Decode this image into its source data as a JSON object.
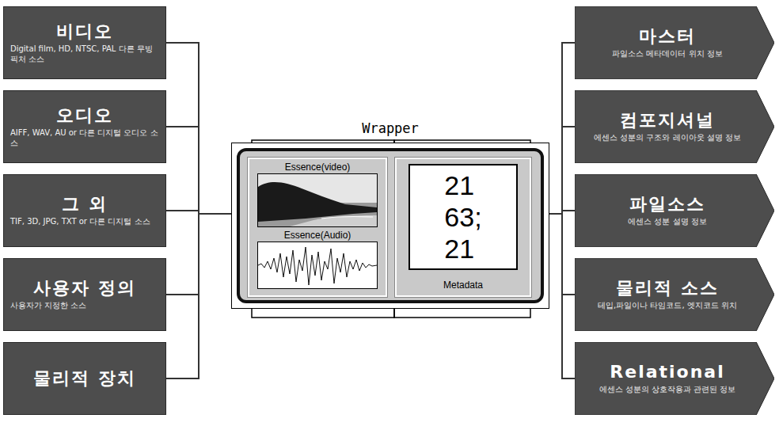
{
  "diagram": {
    "nodes": [
      {
        "text": [
          "비디오",
          "Digital film, HD, NTSC, PAL 다른 무빙 픽처 소스"
        ]
      },
      {
        "text": [
          "오디오",
          "AIFF, WAV, AU or 다른 디지털 오디오 소스"
        ]
      },
      {
        "text": [
          "그 외",
          "TIF, 3D, JPG, TXT or 다른 디지털 소스"
        ]
      },
      {
        "text": [
          "사용자 정의",
          "사용자가 지정한 소스"
        ]
      },
      {
        "text": [
          "물리적 장치"
        ]
      },
      {
        "text": [
          "Wrapper"
        ]
      },
      {
        "text": [
          "Essence(video)",
          "Essence(Audio)"
        ],
        "in": 5
      },
      {
        "text": [
          "21 63; 21",
          "Metadata"
        ],
        "in": 5
      },
      {
        "text": [
          "마스터",
          "파일소스 메타데이터 위치 정보"
        ]
      },
      {
        "text": [
          "컴포지셔널",
          "에센스 성분의 구조와 레이아웃 설명 정보"
        ]
      },
      {
        "text": [
          "파일소스",
          "에센스 성분 설명 정보"
        ]
      },
      {
        "text": [
          "물리적 소스",
          "테입,파일이나 타임코드, 엣지코드 위치"
        ]
      },
      {
        "text": [
          "Relational",
          "에센스 성분의 상호작용과 관련된 정보"
        ]
      }
    ],
    "edges": [
      {
        "from": 0,
        "to": 5,
        "arrow": "none"
      },
      {
        "from": 1,
        "to": 5,
        "arrow": "none"
      },
      {
        "from": 2,
        "to": 5,
        "arrow": "none"
      },
      {
        "from": 3,
        "to": 5,
        "arrow": "none"
      },
      {
        "from": 4,
        "to": 5,
        "arrow": "none"
      },
      {
        "from": 5,
        "to": 8,
        "arrow": "none"
      },
      {
        "from": 5,
        "to": 9,
        "arrow": "none"
      },
      {
        "from": 5,
        "to": 10,
        "arrow": "none"
      },
      {
        "from": 5,
        "to": 11,
        "arrow": "none"
      },
      {
        "from": 5,
        "to": 12,
        "arrow": "none"
      }
    ]
  }
}
